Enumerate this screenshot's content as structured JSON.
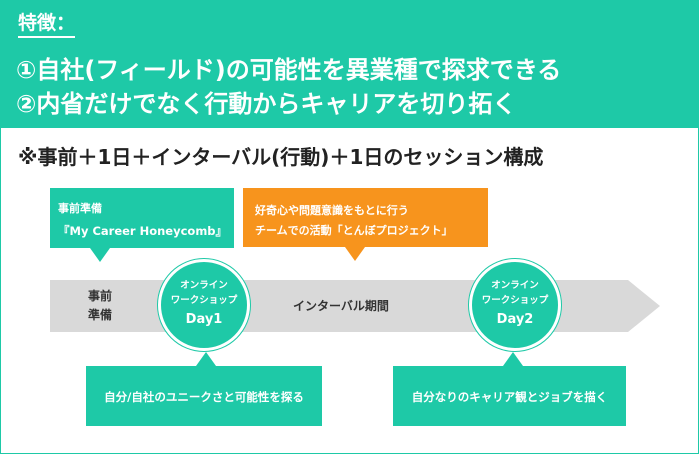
{
  "header": {
    "label": "特徴：",
    "line1": "①自社(フィールド)の可能性を異業種で探求できる",
    "line2": "②内省だけでなく行動からキャリアを切り拓く"
  },
  "subtitle": "※事前＋1日＋インターバル(行動)＋1日のセッション構成",
  "prep": {
    "title": "事前準備",
    "item": "『My Career Honeycomb』"
  },
  "project": {
    "line1": "好奇心や問題意識をもとに行う",
    "line2": "チームでの活動「とんぼプロジェクト」"
  },
  "timeline": {
    "prep_line1": "事前",
    "prep_line2": "準備",
    "interval": "インターバル期間"
  },
  "day1": {
    "line1": "オンライン",
    "line2": "ワークショップ",
    "day": "Day1",
    "desc": "自分/自社のユニークさと可能性を探る"
  },
  "day2": {
    "line1": "オンライン",
    "line2": "ワークショップ",
    "day": "Day2",
    "desc": "自分なりのキャリア観とジョブを描く"
  },
  "colors": {
    "accent": "#1ec9a7",
    "orange": "#f7941d",
    "timeline": "#d9d9d9"
  }
}
